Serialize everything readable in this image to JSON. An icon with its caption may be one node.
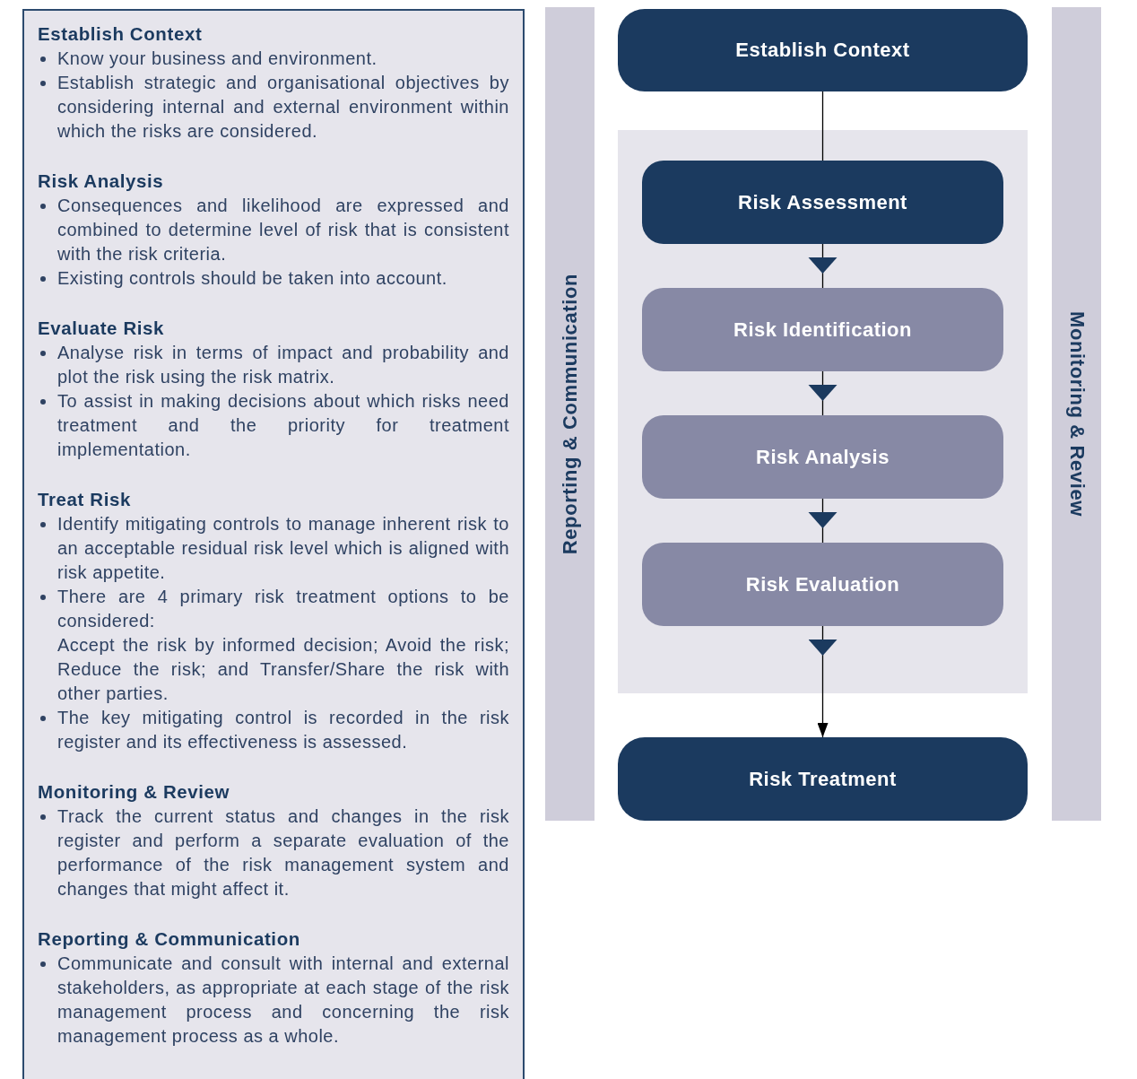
{
  "diagram": {
    "nodes": [
      {
        "text": [
          "Establish Context",
          "Know your business and environment.",
          "Establish strategic and organisational objectives by considering internal and external environment within which the risks are considered.",
          "Risk Analysis",
          "Consequences and likelihood are expressed and combined to determine level of risk that is consistent with the risk criteria.",
          "Existing controls should be taken into account.",
          "Evaluate Risk",
          "Analyse risk in terms of impact and probability and plot the risk using the risk matrix.",
          "To assist in making decisions about which risks need treatment and the priority for treatment implementation.",
          "Treat Risk",
          "Identify mitigating controls to manage inherent risk to an acceptable residual risk level which is aligned with risk appetite.",
          "There are 4 primary risk treatment options to be considered:",
          "Accept the risk by informed decision; Avoid the risk; Reduce the risk; and Transfer/Share the risk with other parties.",
          "The key mitigating control is recorded in the risk register and its effectiveness is assessed.",
          "Monitoring & Review",
          "Track the current status and changes in the risk register and perform a separate evaluation of the performance of the risk management system and changes that might affect it.",
          "Reporting & Communication",
          "Communicate and consult with internal and external stakeholders, as appropriate at each stage of the risk management process and concerning the risk management process as a whole."
        ]
      },
      {
        "text": [
          "Reporting & Communication"
        ]
      },
      {
        "text": [
          "Establish Context"
        ]
      },
      {
        "text": [],
        "shape": "box"
      },
      {
        "text": [
          "Risk Assessment"
        ],
        "in": 3
      },
      {
        "text": [
          "Risk Identification"
        ],
        "in": 3
      },
      {
        "text": [
          "Risk Analysis"
        ],
        "in": 3
      },
      {
        "text": [
          "Risk Evaluation"
        ],
        "in": 3
      },
      {
        "text": [
          "Risk Treatment"
        ]
      },
      {
        "text": [
          "Monitoring & Review"
        ]
      }
    ],
    "edges": [
      {
        "from": 2,
        "to": 4,
        "arrow": "none"
      },
      {
        "from": 4,
        "to": 5,
        "arrow": "to"
      },
      {
        "from": 5,
        "to": 6,
        "arrow": "to"
      },
      {
        "from": 6,
        "to": 7,
        "arrow": "to"
      },
      {
        "from": 7,
        "to": 8,
        "arrow": "to"
      }
    ]
  }
}
